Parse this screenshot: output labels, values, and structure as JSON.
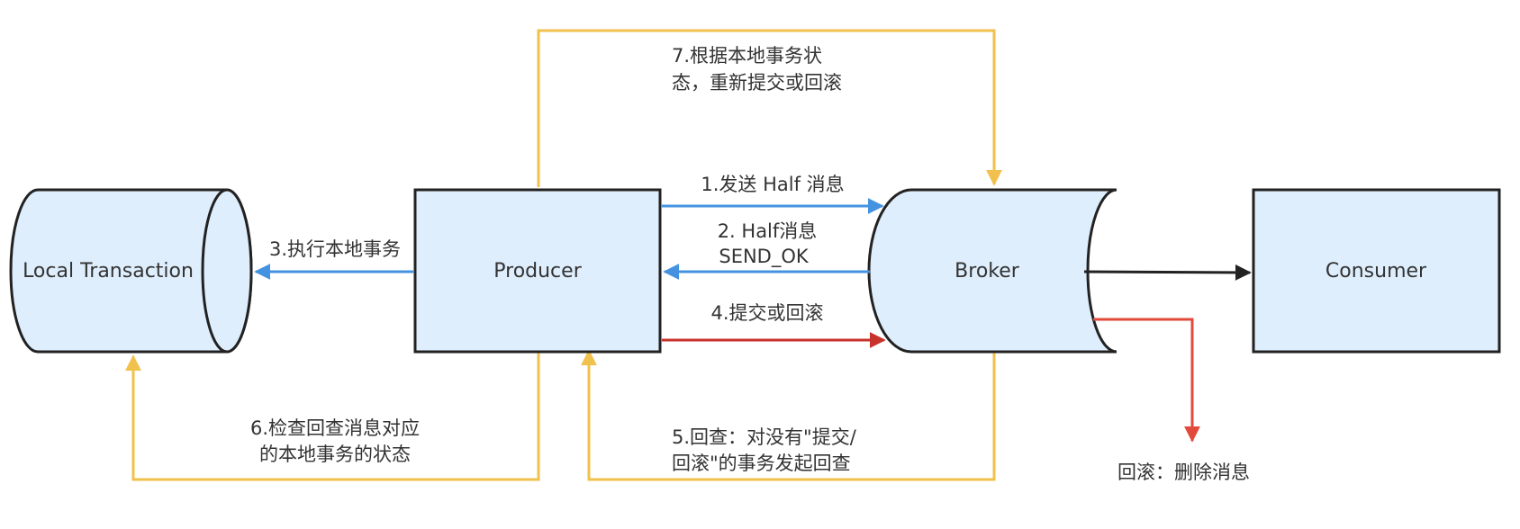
{
  "colors": {
    "node_fill": "#deeefc",
    "node_stroke": "#222222",
    "blue": "#4593e0",
    "red": "#c8322c",
    "yellow": "#f0c14c",
    "bright_red": "#e24a3b",
    "black": "#222222"
  },
  "nodes": {
    "local_transaction": "Local Transaction",
    "producer": "Producer",
    "broker": "Broker",
    "consumer": "Consumer"
  },
  "edges": {
    "send_half": "1.发送 Half 消息",
    "half_ok_line1": "2. Half消息",
    "half_ok_line2": "SEND_OK",
    "execute_local": "3.执行本地事务",
    "commit_rollback": "4.提交或回滚",
    "check_back_line1": "5.回查：对没有\"提交/",
    "check_back_line2": "回滚\"的事务发起回查",
    "check_status_line1": "6.检查回查消息对应",
    "check_status_line2": "的本地事务的状态",
    "resubmit_line1": "7.根据本地事务状",
    "resubmit_line2": "态，重新提交或回滚",
    "rollback_delete": "回滚：删除消息"
  }
}
